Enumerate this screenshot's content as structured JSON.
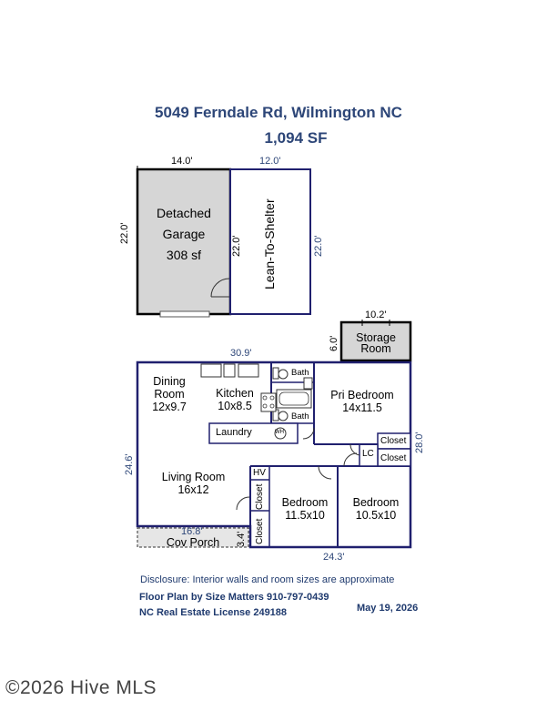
{
  "header": {
    "address": "5049 Ferndale Rd, Wilmington NC",
    "area": "1,094 SF"
  },
  "outbuilding": {
    "garage_width": "14.0'",
    "lean_width": "12.0'",
    "garage_depth": "22.0'",
    "shared_depth": "22.0'",
    "lean_depth": "22.0'",
    "garage_name_1": "Detached",
    "garage_name_2": "Garage",
    "garage_area": "308 sf",
    "lean_name": "Lean-To-Shelter"
  },
  "storage": {
    "width": "10.2'",
    "depth": "6.0'",
    "name_1": "Storage",
    "name_2": "Room"
  },
  "house": {
    "top_width": "30.9'",
    "left_depth": "24.6'",
    "right_depth": "28.0'",
    "bottom_width": "24.3'",
    "porch_width": "16.8'",
    "porch_depth": "3.4'",
    "porch_label": "Cov Porch",
    "rooms": {
      "dining_name_1": "Dining",
      "dining_name_2": "Room",
      "dining_size": "12x9.7",
      "kitchen_name": "Kitchen",
      "kitchen_size": "10x8.5",
      "bath_top": "Bath",
      "bath_bottom": "Bath",
      "pri_name": "Pri Bedroom",
      "pri_size": "14x11.5",
      "laundry": "Laundry",
      "wh": "WH",
      "closet_a": "Closet",
      "closet_b": "Closet",
      "lc": "LC",
      "living_name": "Living Room",
      "living_size": "16x12",
      "hv": "HV",
      "closet_c": "Closet",
      "closet_d": "Closet",
      "bed2_name": "Bedroom",
      "bed2_size": "11.5x10",
      "bed3_name": "Bedroom",
      "bed3_size": "10.5x10"
    }
  },
  "footer": {
    "disclosure": "Disclosure: Interior walls and room sizes are approximate",
    "credit": "Floor Plan by Size Matters 910-797-0439",
    "license": "NC Real Estate License 249188",
    "date": "May 19, 2026"
  },
  "watermark": "©2026 Hive MLS",
  "colors": {
    "title_blue": "#2d4678",
    "wall_blue": "#20206e",
    "garage_gray": "#d6d6d6"
  }
}
